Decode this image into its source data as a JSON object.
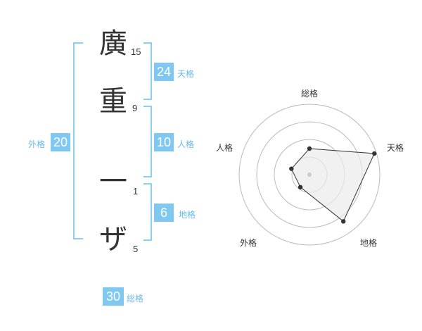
{
  "name": {
    "chars": [
      "廣",
      "重",
      "一",
      "ザ"
    ],
    "strokes": [
      "15",
      "9",
      "1",
      "5"
    ]
  },
  "fortune": {
    "tenkaku": {
      "value": "24",
      "label": "天格"
    },
    "jinkaku": {
      "value": "10",
      "label": "人格"
    },
    "chikaku": {
      "value": "6",
      "label": "地格"
    },
    "gaikaku": {
      "value": "20",
      "label": "外格"
    },
    "soukaku": {
      "value": "30",
      "label": "総格"
    }
  },
  "chart_data": {
    "type": "radar",
    "axes": [
      "総格",
      "天格",
      "地格",
      "外格",
      "人格"
    ],
    "values": [
      0.37,
      0.97,
      0.82,
      0.22,
      0.27
    ],
    "max": 1,
    "rings": 4,
    "colors": {
      "fill": "#ebebeb",
      "stroke": "#333333",
      "grid": "#bbbbbb",
      "center": "#cccccc"
    }
  }
}
